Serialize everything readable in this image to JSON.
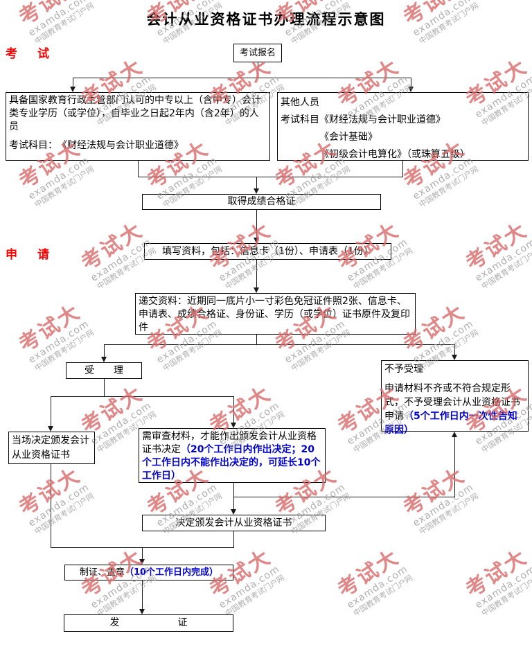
{
  "title": "会计从业资格证书办理流程示意图",
  "labels": {
    "exam": "考　试",
    "apply": "申　请"
  },
  "flow": {
    "exam_signup": "考试报名",
    "qualified_line1": "具备国家教育行政主管部门认可的中专以上（含中专）会计类专业学历（或学位），自毕业之日起2年内（含2年）的人员",
    "qualified_line2": "考试科目：　《财经法规与会计职业道德》",
    "others_line1": "其他人员",
    "others_line2": "考试科目《财经法规与会计职业道德》",
    "others_line3": "《会计基础》",
    "others_line4": "《初级会计电算化》（或珠算五级）",
    "score_cert": "取得成绩合格证",
    "fill_info": "填写资料，包括：信息卡（1份）、申请表（1份）",
    "submit_docs": "递交资料：近期同一底片小一寸彩色免冠证件照2张、信息卡、申请表、成绩合格证、身份证、学历（或学位）证书原件及复印件",
    "accept": "受　　理",
    "reject_title": "不予受理",
    "reject_body": "申请材料不齐或不符合规定形式，不予受理会计从业资格证书申请",
    "reject_note": "（5个工作日内一次性告知原因）",
    "onsite": "当场决定颁发会计从业资格证书",
    "review_body": "需审查材料，才能作出颁发会计从业资格证书决定",
    "review_note": "（20个工作日内作出决定；20个工作日内不能作出决定的，可延长10个工作日）",
    "decide": "决定颁发会计从业资格证书",
    "make_cert": "制证、盖章",
    "make_cert_note": "（10个工作日内完成）",
    "issue": "发　　　　　　证"
  },
  "watermark": {
    "brand": "考试大",
    "domain": "examda.com",
    "site": "中国教育考试门户网"
  },
  "colors": {
    "accent_red": "#ff0000",
    "note_blue": "#0000cc",
    "watermark_red": "#d96a6a",
    "watermark_gray": "#9a9a9a"
  }
}
